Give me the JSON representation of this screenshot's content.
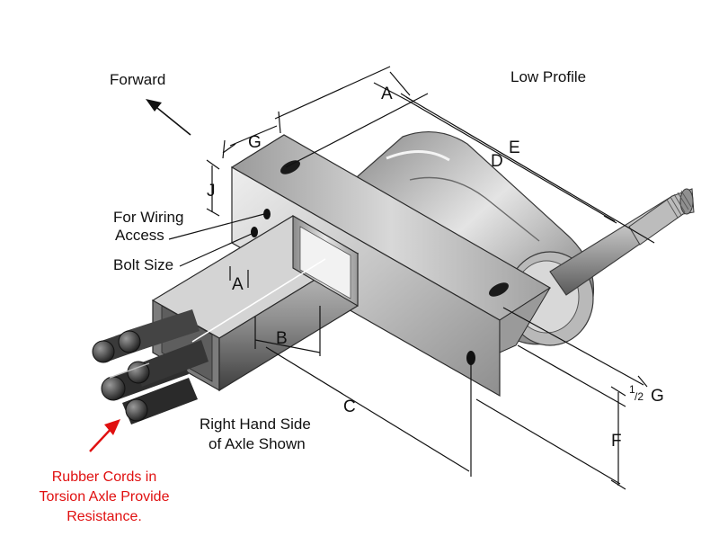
{
  "labels": {
    "forward": "Forward",
    "low_profile": "Low Profile",
    "for_wiring_1": "For Wiring",
    "for_wiring_2": "Access",
    "bolt_size": "Bolt Size",
    "right_hand_1": "Right Hand Side",
    "right_hand_2": "of Axle Shown"
  },
  "dimensions": {
    "A": "A",
    "A2": "A",
    "B": "B",
    "C": "C",
    "D": "D",
    "E": "E",
    "F": "F",
    "G": "G",
    "J": "J",
    "half": "1",
    "half_den": "/2",
    "half_G": "G"
  },
  "note": {
    "line1": "Rubber Cords in",
    "line2": "Torsion Axle Provide",
    "line3": "Resistance."
  },
  "colors": {
    "note_red": "#e01010",
    "metal_light": "#d9d9d9",
    "metal_mid": "#a9a9a9",
    "metal_dark": "#555555"
  }
}
